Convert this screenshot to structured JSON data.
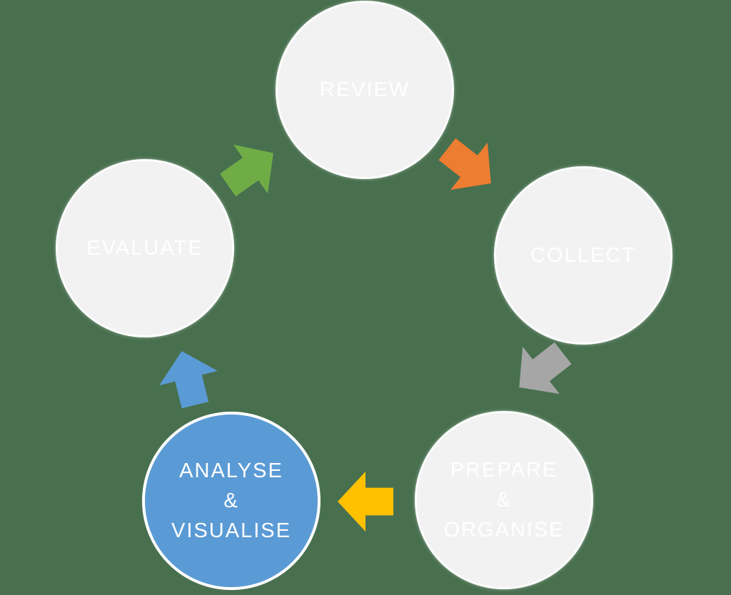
{
  "diagram": {
    "type": "cycle",
    "background_color": "#48704F",
    "circle_fill_default": "#F2F2F2",
    "circle_fill_highlight": "#5B9BD5",
    "circle_border_color": "#FFFFFF",
    "label_text_color": "#FFFFFF"
  },
  "steps": [
    {
      "id": "review",
      "label": "REVIEW",
      "highlighted": false
    },
    {
      "id": "collect",
      "label": "COLLECT",
      "highlighted": false
    },
    {
      "id": "prepare-organise",
      "label": "PREPARE\n&\nORGANISE",
      "highlighted": false
    },
    {
      "id": "analyse-visualise",
      "label": "ANALYSE\n&\nVISUALISE",
      "highlighted": true
    },
    {
      "id": "evaluate",
      "label": "EVALUATE",
      "highlighted": false
    }
  ],
  "arrows": [
    {
      "id": "evaluate-to-review",
      "color": "#6FAC46",
      "direction": "up-right"
    },
    {
      "id": "review-to-collect",
      "color": "#EC7D31",
      "direction": "down-right"
    },
    {
      "id": "collect-to-prepare",
      "color": "#A6A6A6",
      "direction": "down-left"
    },
    {
      "id": "prepare-to-analyse",
      "color": "#FFC000",
      "direction": "left"
    },
    {
      "id": "analyse-to-evaluate",
      "color": "#5B9BD5",
      "direction": "up"
    }
  ]
}
